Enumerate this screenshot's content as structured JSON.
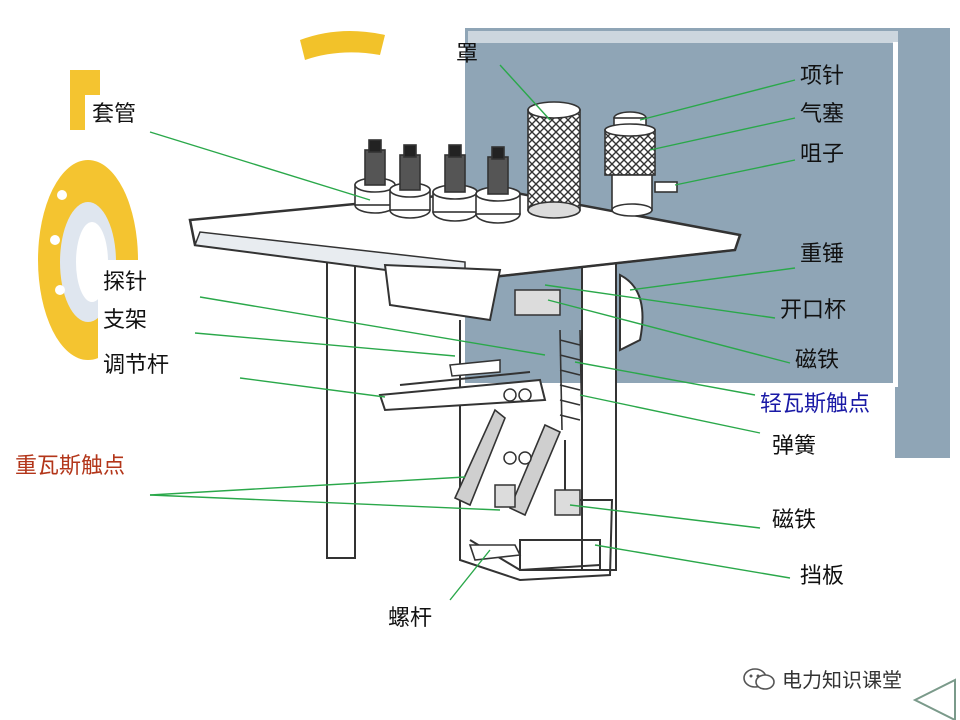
{
  "labels": {
    "cover": "罩",
    "bushing": "套管",
    "needle": "项针",
    "plug": "气塞",
    "nozzle": "咀子",
    "hammer": "重锤",
    "open_cup": "开口杯",
    "magnet_upper": "磁铁",
    "light_gas_contact": "轻瓦斯触点",
    "spring": "弹簧",
    "magnet_lower": "磁铁",
    "baffle": "挡板",
    "probe": "探针",
    "bracket": "支架",
    "adjust_rod": "调节杆",
    "heavy_gas_contact": "重瓦斯触点",
    "screw_rod": "螺杆"
  },
  "watermark": {
    "text": "电力知识课堂"
  },
  "colors": {
    "leader_line": "#2aa84a",
    "background_panel": "#8fa5b6",
    "flange_yellow": "#f2c22a",
    "heavy_gas_red": "#b3361a",
    "light_gas_blue": "#1a1aa6"
  }
}
